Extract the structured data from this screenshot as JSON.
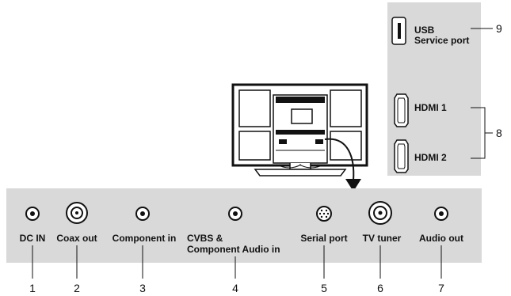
{
  "side_panel": {
    "usb_label_line1": "USB",
    "usb_label_line2": "Service port",
    "usb_number": "9",
    "hdmi1_label": "HDMI 1",
    "hdmi2_label": "HDMI 2",
    "hdmi_number": "8"
  },
  "bottom_panel": {
    "ports": [
      {
        "label": "DC IN",
        "number": "1",
        "icon": "dc-in-jack"
      },
      {
        "label": "Coax out",
        "number": "2",
        "icon": "coax-jack"
      },
      {
        "label": "Component in",
        "number": "3",
        "icon": "component-jack"
      },
      {
        "label_line1": "CVBS &",
        "label_line2": "Component Audio in",
        "number": "4",
        "icon": "cvbs-jack"
      },
      {
        "label": "Serial port",
        "number": "5",
        "icon": "mini-din-connector"
      },
      {
        "label": "TV tuner",
        "number": "6",
        "icon": "rf-antenna-jack"
      },
      {
        "label": "Audio out",
        "number": "7",
        "icon": "audio-jack"
      }
    ]
  },
  "colors": {
    "panel_gray": "#d9d9d9",
    "line": "#111111",
    "background": "#ffffff"
  }
}
